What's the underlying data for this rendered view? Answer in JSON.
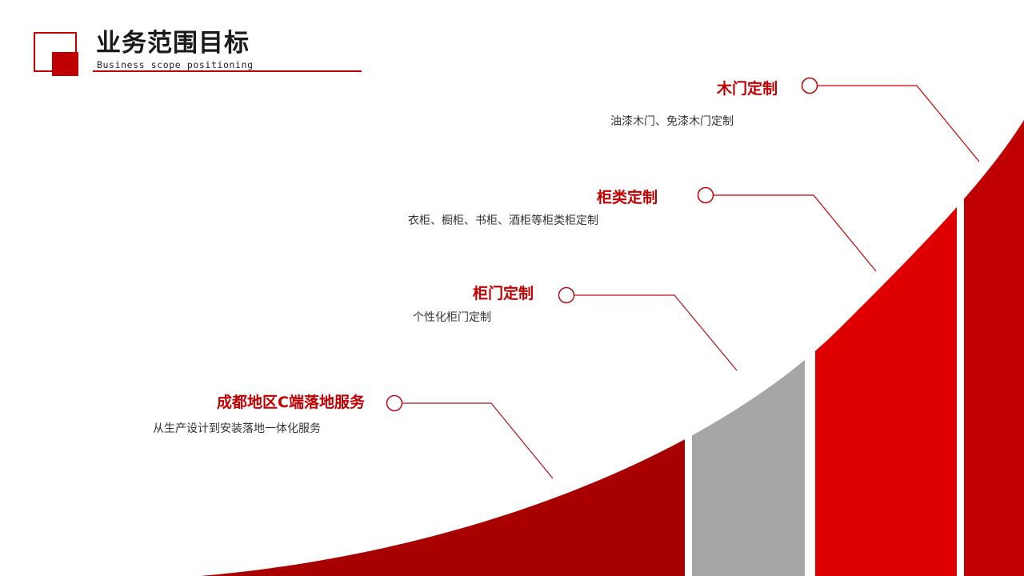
{
  "header": {
    "title": "业务范围目标",
    "subtitle": "Business scope positioning"
  },
  "colors": {
    "accent": "#C00000",
    "bar_dark_red": "#A80000",
    "bar_gray": "#A6A6A6",
    "bar_red": "#DE0000",
    "bar_crimson": "#C00000",
    "text_dark": "#333333"
  },
  "items": [
    {
      "title": "成都地区C端落地服务",
      "desc": "从生产设计到安装落地一体化服务"
    },
    {
      "title": "柜门定制",
      "desc": "个性化柜门定制"
    },
    {
      "title": "柜类定制",
      "desc": "衣柜、橱柜、书柜、酒柜等柜类柜定制"
    },
    {
      "title": "木门定制",
      "desc": "油漆木门、免漆木门定制"
    }
  ]
}
